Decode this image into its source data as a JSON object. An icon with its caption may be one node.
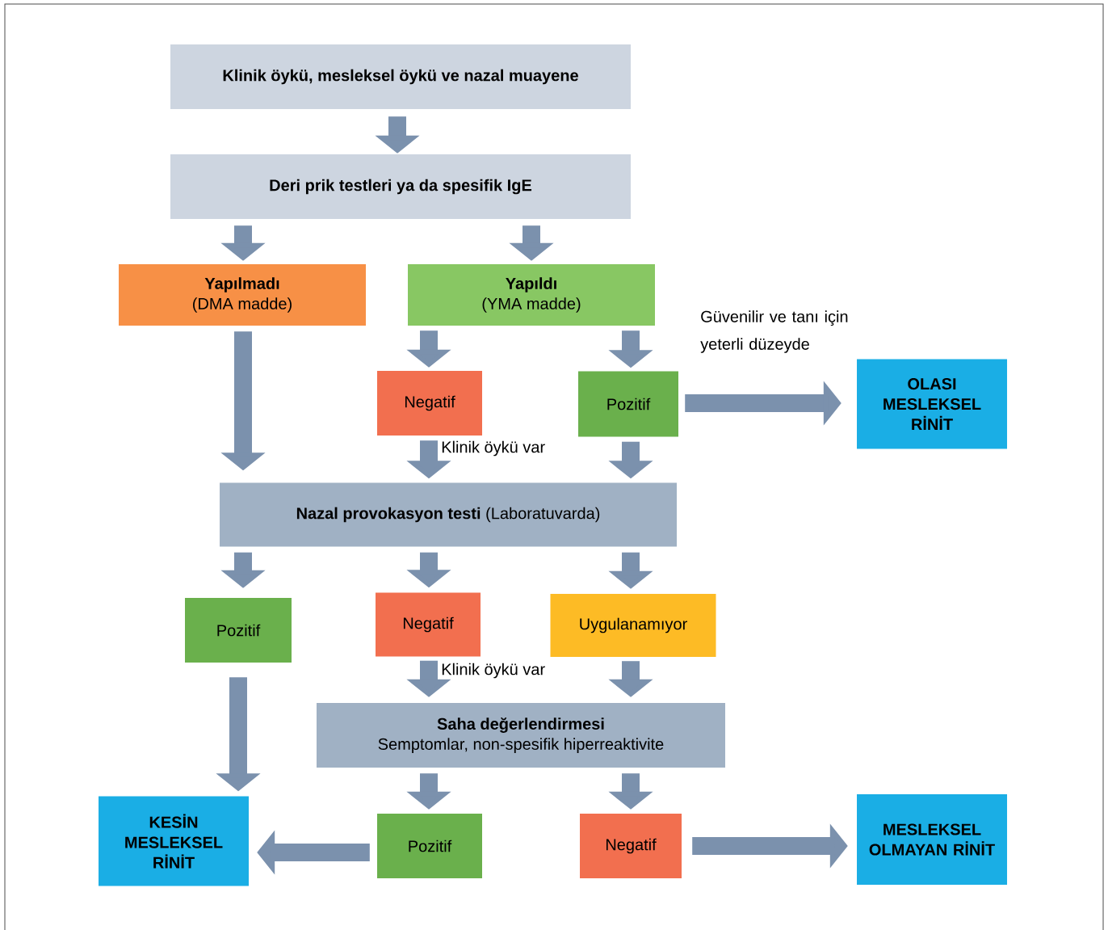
{
  "diagram": {
    "nodes": [
      {
        "text": [
          "Klinik öykü, mesleksel öykü ve nazal muayene"
        ]
      },
      {
        "text": [
          "Deri prik testleri ya da spesifik IgE"
        ]
      },
      {
        "text": [
          "Yapılmadı",
          "(DMA madde)"
        ]
      },
      {
        "text": [
          "Yapıldı",
          "(YMA madde)"
        ]
      },
      {
        "text": [
          "Negatif"
        ]
      },
      {
        "text": [
          "Pozitif"
        ]
      },
      {
        "text": [
          "OLASI MESLEKSEL RİNİT"
        ]
      },
      {
        "text": [
          "**Nazal provokasyon testi** (Laboratuvarda)"
        ]
      },
      {
        "text": [
          "Pozitif"
        ]
      },
      {
        "text": [
          "Negatif"
        ]
      },
      {
        "text": [
          "Uygulanamıyor"
        ]
      },
      {
        "text": [
          "Saha değerlendirmesi",
          "Semptomlar, non-spesifik hiperreaktivite"
        ]
      },
      {
        "text": [
          "KESİN MESLEKSEL RİNİT"
        ]
      },
      {
        "text": [
          "Pozitif"
        ]
      },
      {
        "text": [
          "Negatif"
        ]
      },
      {
        "text": [
          "MESLEKSEL OLMAYAN RİNİT"
        ]
      }
    ],
    "edges": [
      {
        "from": 0,
        "to": 1,
        "arrow": "to"
      },
      {
        "from": 1,
        "to": 2,
        "arrow": "to"
      },
      {
        "from": 1,
        "to": 3,
        "arrow": "to"
      },
      {
        "from": 3,
        "to": 4,
        "arrow": "to"
      },
      {
        "from": 3,
        "to": 5,
        "arrow": "to"
      },
      {
        "from": 5,
        "to": 6,
        "arrow": "to",
        "label": "Güvenilir ve tanı için yeterli düzeyde"
      },
      {
        "from": 2,
        "to": 7,
        "arrow": "to"
      },
      {
        "from": 4,
        "to": 7,
        "arrow": "to",
        "label": "Klinik öykü var"
      },
      {
        "from": 5,
        "to": 7,
        "arrow": "to"
      },
      {
        "from": 7,
        "to": 8,
        "arrow": "to"
      },
      {
        "from": 7,
        "to": 9,
        "arrow": "to"
      },
      {
        "from": 7,
        "to": 10,
        "arrow": "to"
      },
      {
        "from": 8,
        "to": 12,
        "arrow": "to"
      },
      {
        "from": 9,
        "to": 11,
        "arrow": "to",
        "label": "Klinik öykü var"
      },
      {
        "from": 10,
        "to": 11,
        "arrow": "to"
      },
      {
        "from": 11,
        "to": 13,
        "arrow": "to"
      },
      {
        "from": 11,
        "to": 14,
        "arrow": "to"
      },
      {
        "from": 13,
        "to": 12,
        "arrow": "to"
      },
      {
        "from": 14,
        "to": 15,
        "arrow": "to"
      }
    ]
  }
}
